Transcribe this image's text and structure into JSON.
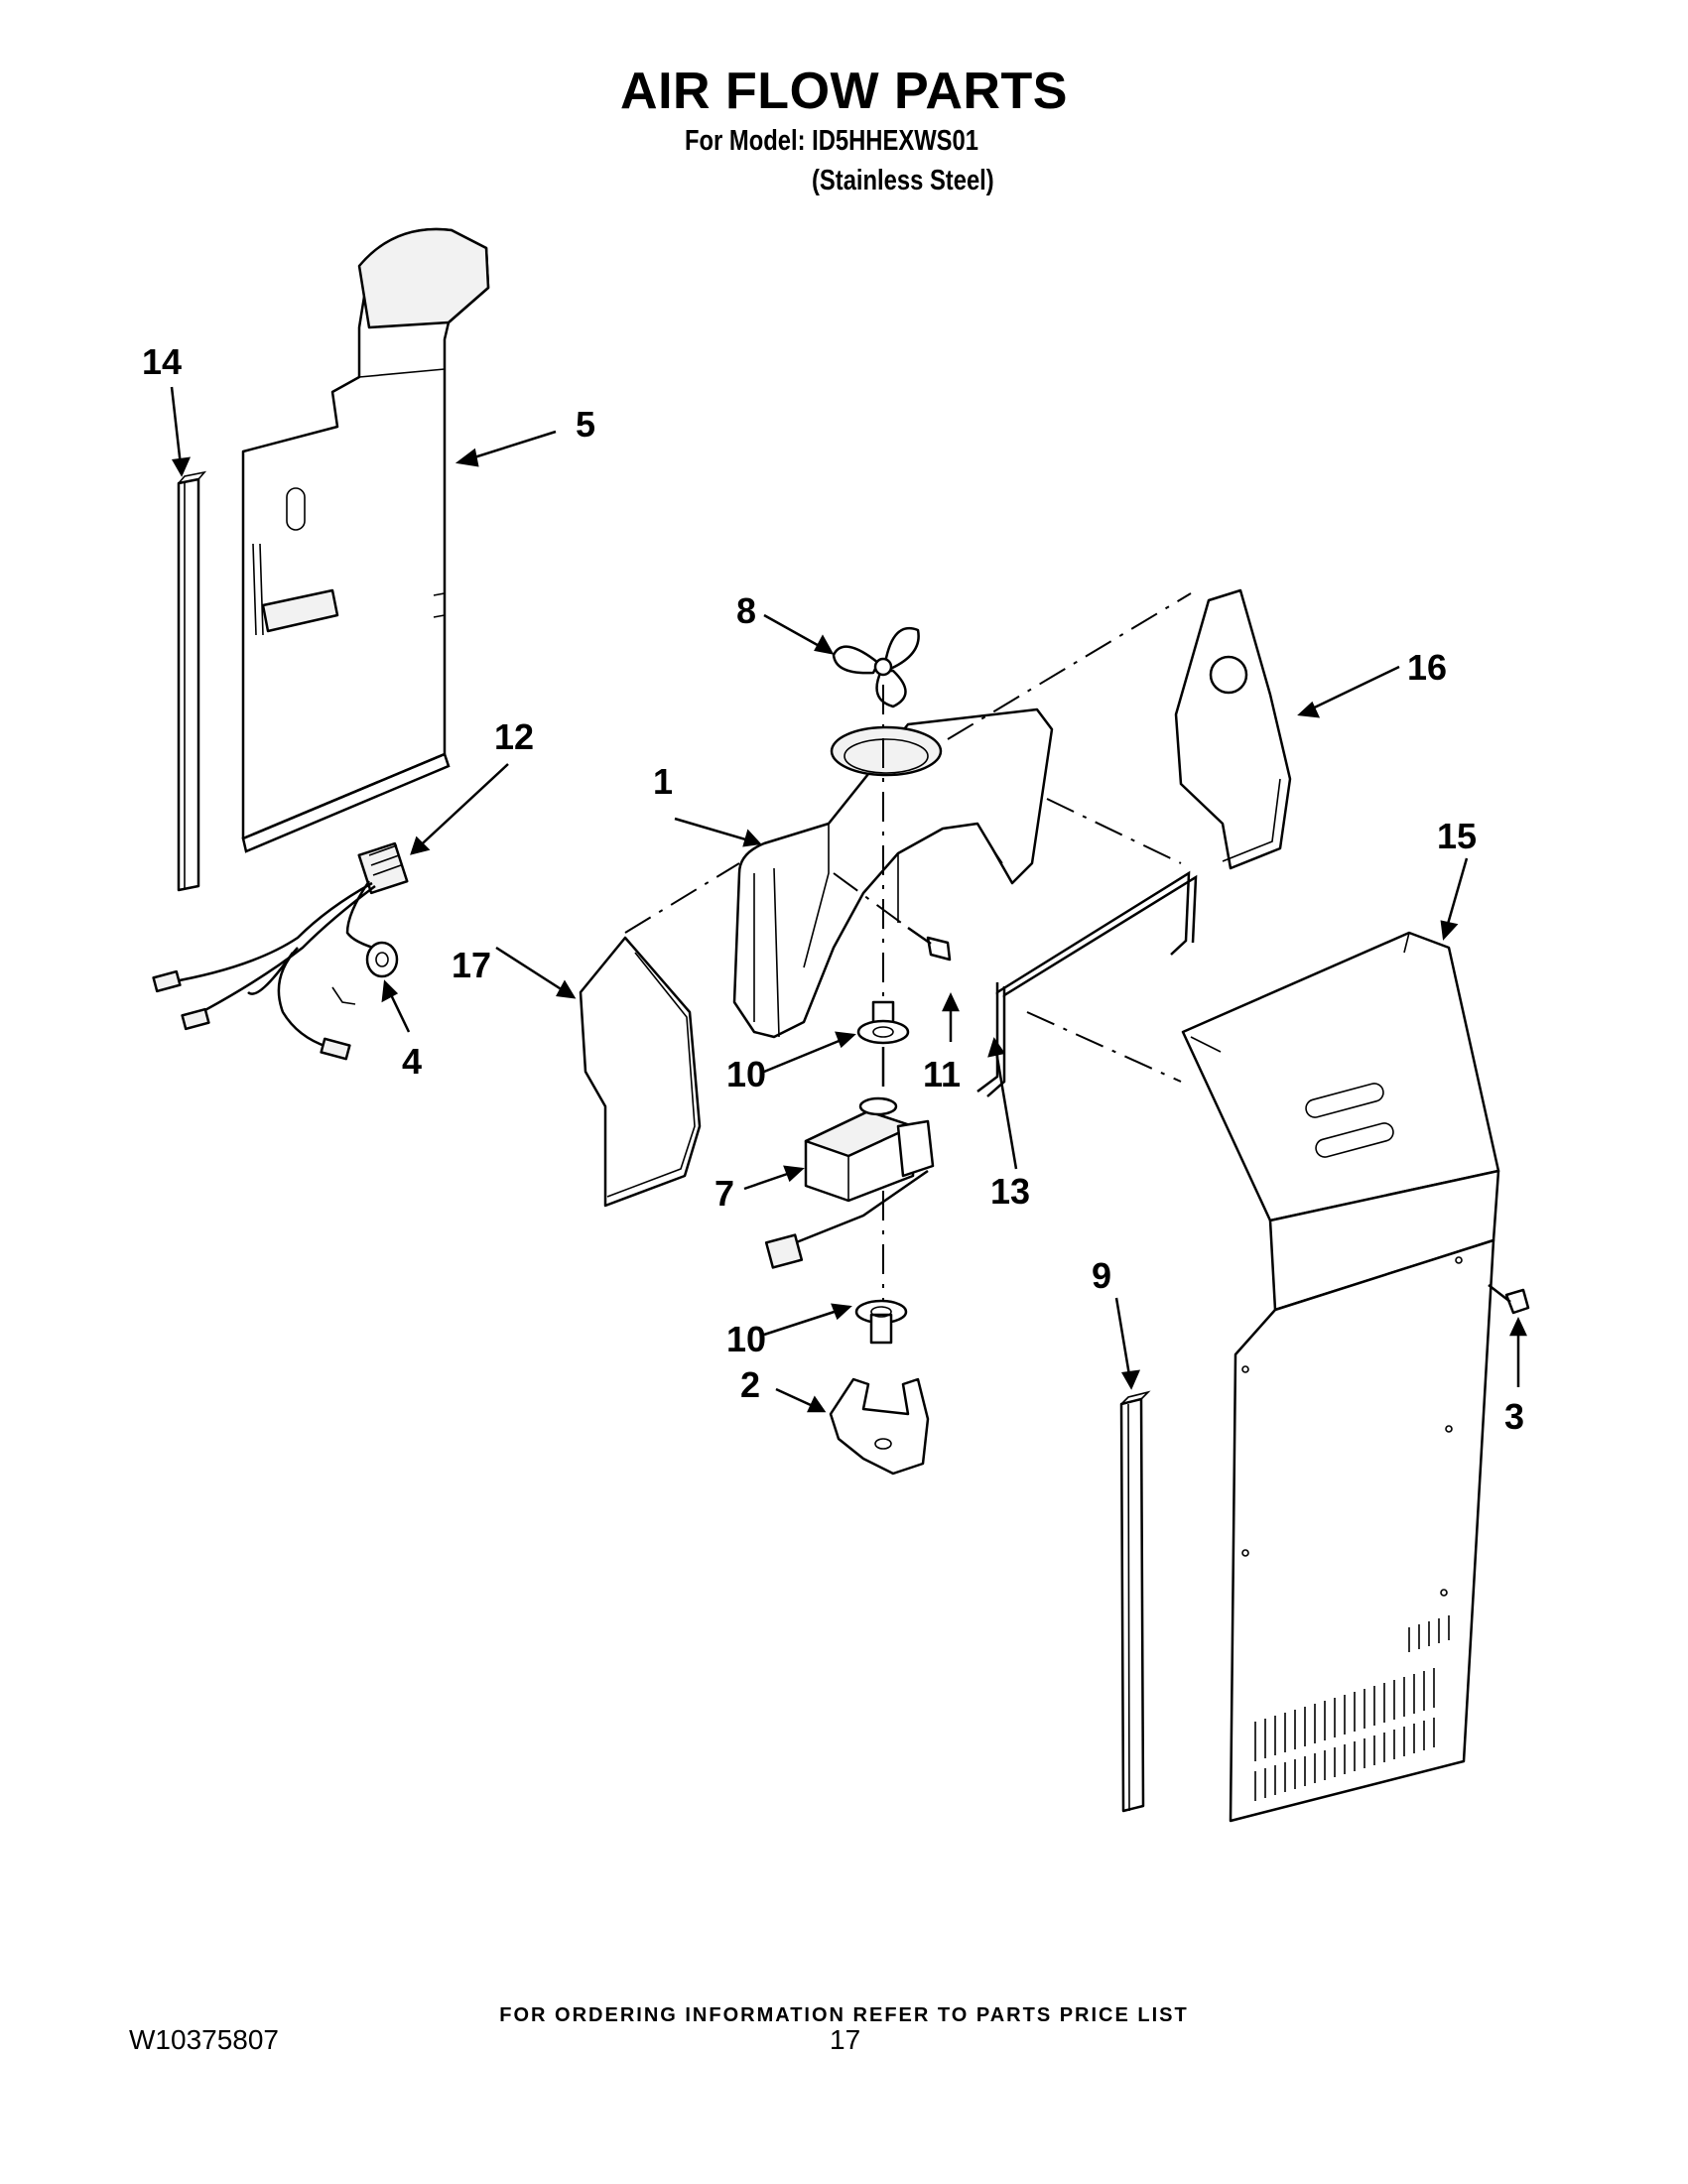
{
  "header": {
    "title": "AIR FLOW PARTS",
    "model_line": "For Model: ID5HHEXWS01",
    "finish_line": "(Stainless Steel)"
  },
  "callouts": [
    {
      "id": "1",
      "label": "1"
    },
    {
      "id": "2",
      "label": "2"
    },
    {
      "id": "3",
      "label": "3"
    },
    {
      "id": "4",
      "label": "4"
    },
    {
      "id": "5",
      "label": "5"
    },
    {
      "id": "7",
      "label": "7"
    },
    {
      "id": "8",
      "label": "8"
    },
    {
      "id": "9",
      "label": "9"
    },
    {
      "id": "10a",
      "label": "10"
    },
    {
      "id": "10b",
      "label": "10"
    },
    {
      "id": "11",
      "label": "11"
    },
    {
      "id": "12",
      "label": "12"
    },
    {
      "id": "13",
      "label": "13"
    },
    {
      "id": "14",
      "label": "14"
    },
    {
      "id": "15",
      "label": "15"
    },
    {
      "id": "16",
      "label": "16"
    },
    {
      "id": "17",
      "label": "17"
    }
  ],
  "footer": {
    "ordering_note": "FOR ORDERING INFORMATION REFER TO PARTS PRICE LIST",
    "document_number": "W10375807",
    "page_number": "17"
  }
}
